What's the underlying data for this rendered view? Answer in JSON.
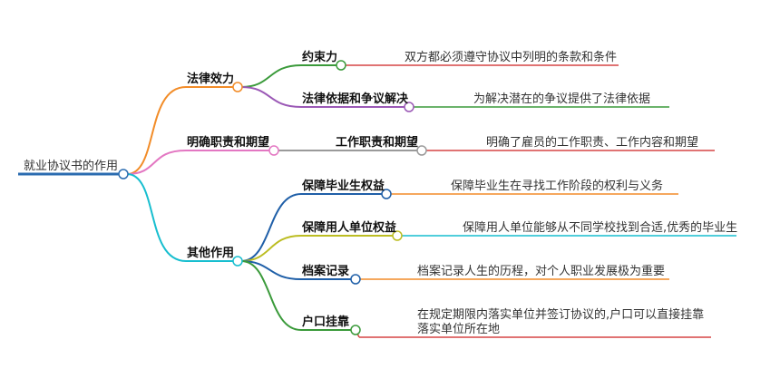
{
  "root": {
    "label": "就业协议书的作用",
    "color": "#2b6cb0"
  },
  "branches": [
    {
      "label": "法律效力",
      "color": "#f28c28",
      "children": [
        {
          "label": "约束力",
          "color": "#d64545",
          "leaf": "双方都必须遵守协议中列明的条款和条件"
        },
        {
          "label": "法律依据和争议解决",
          "color": "#9b59b6",
          "leaf_line": "#3a9a3a",
          "leaf": "为解决潜在的争议提供了法律依据"
        }
      ]
    },
    {
      "label": "明确职责和期望",
      "color": "#e377c2",
      "children": [
        {
          "label": "工作职责和期望",
          "color": "#9a9a9a",
          "leaf_line": "#d64545",
          "leaf": "明确了雇员的工作职责、工作内容和期望"
        }
      ]
    },
    {
      "label": "其他作用",
      "color": "#17becf",
      "children": [
        {
          "label": "保障毕业生权益",
          "color": "#1f5fa8",
          "leaf_line": "#f28c28",
          "leaf": "保障毕业生在寻找工作阶段的权利与义务"
        },
        {
          "label": "保障用人单位权益",
          "color": "#bcbd22",
          "leaf_line": "#17becf",
          "leaf": "保障用人单位能够从不同学校找到合适,优秀的毕业生"
        },
        {
          "label": "档案记录",
          "color": "#1f5fa8",
          "leaf_line": "#f28c28",
          "leaf": "档案记录人生的历程，对个人职业发展极为重要"
        },
        {
          "label": "户口挂靠",
          "color": "#3a9a3a",
          "leaf_line": "#d64545",
          "leaf": [
            "在规定期限内落实单位并签订协议的,户口可以直接挂靠",
            "落实单位所在地"
          ]
        }
      ]
    }
  ]
}
